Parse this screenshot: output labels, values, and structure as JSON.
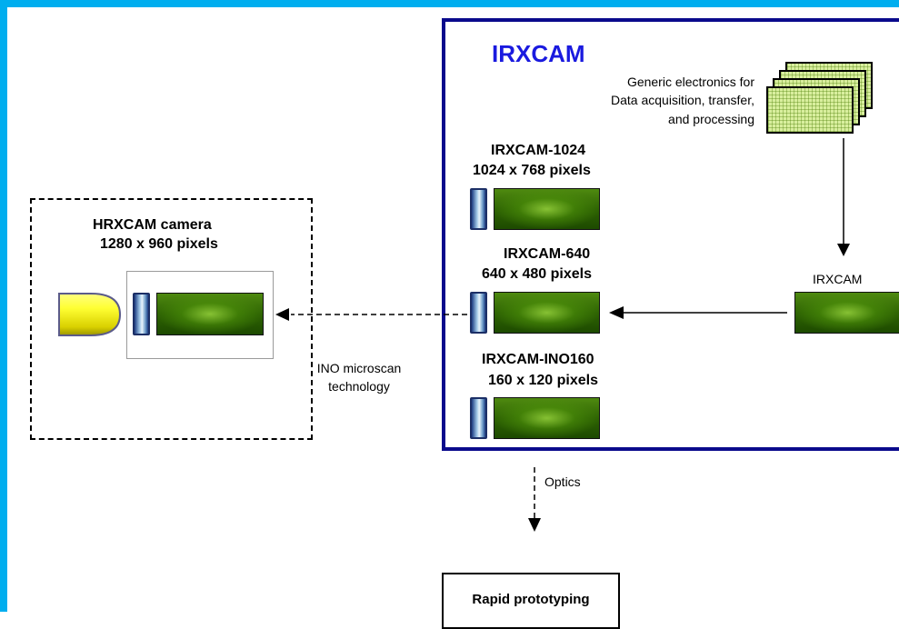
{
  "irxcam_panel": {
    "title": "IRXCAM",
    "generic_electronics": [
      "Generic electronics for",
      "Data acquisition, transfer,",
      "and processing"
    ],
    "models": [
      {
        "name": "IRXCAM-1024",
        "resolution": "1024 x 768 pixels"
      },
      {
        "name": "IRXCAM-640",
        "resolution": "640 x 480 pixels"
      },
      {
        "name": "IRXCAM-INO160",
        "resolution": "160 x 120 pixels"
      }
    ],
    "core_label": "IRXCAM"
  },
  "hrxcam": {
    "title": "HRXCAM camera",
    "resolution": "1280 x 960 pixels"
  },
  "link_label": [
    "INO microscan",
    "technology"
  ],
  "optics_label": "Optics",
  "rapid_prototyping": "Rapid prototyping",
  "colors": {
    "frame": "#00aeef",
    "irxcam_border": "#0a0a8c",
    "irxcam_title": "#1a1adf",
    "sensor_green": "#2e6303",
    "board_green": "#d9ef9e"
  }
}
